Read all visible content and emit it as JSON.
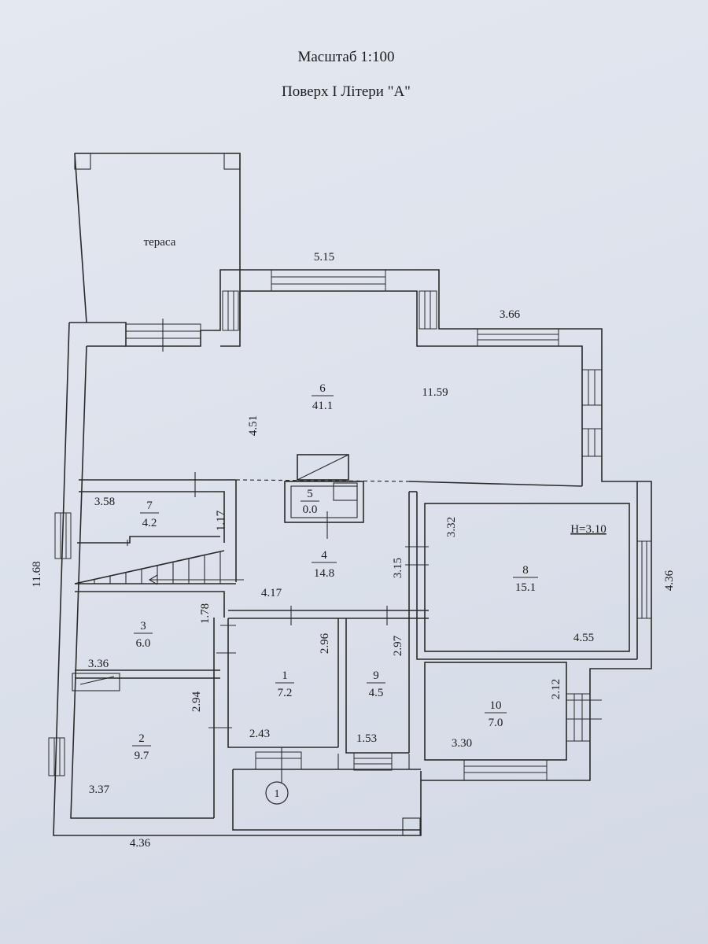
{
  "header": {
    "scale": "Масштаб 1:100",
    "floor": "Поверх І Літери \"А\""
  },
  "terrace_label": "тераса",
  "ceiling_height": "H=3.10",
  "entrance_mark": "1",
  "rooms": [
    {
      "number": "1",
      "area": "7.2"
    },
    {
      "number": "2",
      "area": "9.7"
    },
    {
      "number": "3",
      "area": "6.0"
    },
    {
      "number": "4",
      "area": "14.8"
    },
    {
      "number": "5",
      "area": "0.0"
    },
    {
      "number": "6",
      "area": "41.1"
    },
    {
      "number": "7",
      "area": "4.2"
    },
    {
      "number": "8",
      "area": "15.1"
    },
    {
      "number": "9",
      "area": "4.5"
    },
    {
      "number": "10",
      "area": "7.0"
    }
  ],
  "dimensions": {
    "top_bay": "5.15",
    "right_top": "3.66",
    "room6_width": "11.59",
    "room6_depth": "4.51",
    "room7_width": "3.58",
    "room7_depth": "1.17",
    "overall_left": "11.68",
    "room8_depth": "3.32",
    "room8_width": "4.55",
    "overall_right": "4.36",
    "hall_depth": "3.15",
    "hall_width": "4.17",
    "room3_depth": "1.78",
    "room3_width": "3.36",
    "room1_depth": "2.96",
    "room9_depth": "2.97",
    "room2_depth": "2.94",
    "room1_width": "2.43",
    "room9_width": "1.53",
    "room10_depth": "2.12",
    "room10_width": "3.30",
    "room2_width": "3.37",
    "overall_bottom": "4.36"
  }
}
